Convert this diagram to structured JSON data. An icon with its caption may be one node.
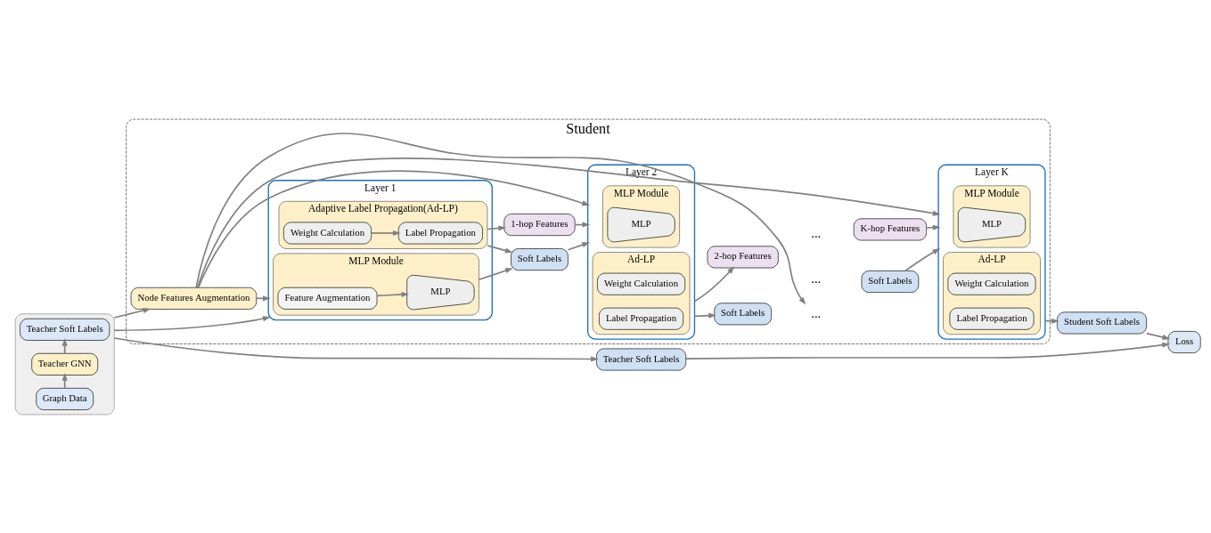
{
  "diagram": {
    "nodes": [
      {
        "text": [],
        "shape": "box"
      },
      {
        "text": [
          "Graph Data"
        ],
        "in": 0
      },
      {
        "text": [
          "Teacher GNN"
        ],
        "in": 0
      },
      {
        "text": [
          "Teacher Soft Labels"
        ],
        "in": 0
      },
      {
        "text": [
          "Student"
        ]
      },
      {
        "text": [
          "Node Features Augmentation"
        ],
        "in": 4
      },
      {
        "text": [
          "Layer 1"
        ],
        "in": 4
      },
      {
        "text": [
          "MLP Module"
        ],
        "in": 6
      },
      {
        "text": [
          "Feature Augmentation"
        ],
        "in": 7
      },
      {
        "text": [
          "MLP"
        ],
        "in": 7
      },
      {
        "text": [
          "Adaptive Label Propagation(Ad-LP)"
        ],
        "in": 6
      },
      {
        "text": [
          "Weight Calculation"
        ],
        "in": 10
      },
      {
        "text": [
          "Label Propagation"
        ],
        "in": 10
      },
      {
        "text": [
          "Soft Labels"
        ],
        "in": 4
      },
      {
        "text": [
          "1-hop Features"
        ],
        "in": 4
      },
      {
        "text": [
          "Layer 2"
        ],
        "in": 4
      },
      {
        "text": [
          "MLP Module"
        ],
        "in": 15
      },
      {
        "text": [
          "MLP"
        ],
        "in": 16
      },
      {
        "text": [
          "Ad-LP"
        ],
        "in": 15
      },
      {
        "text": [
          "Weight Calculation"
        ],
        "in": 18
      },
      {
        "text": [
          "Label Propagation"
        ],
        "in": 18
      },
      {
        "text": [
          "Soft Labels"
        ],
        "in": 4
      },
      {
        "text": [
          "Soft Labels"
        ],
        "in": 4
      },
      {
        "text": [
          "2-hop Features"
        ],
        "in": 4
      },
      {
        "text": [
          "K-hop Features"
        ],
        "in": 4
      },
      {
        "text": [
          "Layer K"
        ],
        "in": 4
      },
      {
        "text": [
          "MLP Module"
        ],
        "in": 25
      },
      {
        "text": [
          "MLP"
        ],
        "in": 26
      },
      {
        "text": [
          "Ad-LP"
        ],
        "in": 25
      },
      {
        "text": [
          "Weight Calculation"
        ],
        "in": 28
      },
      {
        "text": [
          "Label Propagation"
        ],
        "in": 28
      },
      {
        "text": [
          "Student Soft Labels"
        ]
      },
      {
        "text": [
          "Loss"
        ]
      },
      {
        "text": [
          "Teacher Soft Labels"
        ]
      },
      {
        "text": [
          "..."
        ],
        "in": 4
      }
    ],
    "edges": [
      {
        "from": 1,
        "to": 2,
        "arrow": "to"
      },
      {
        "from": 2,
        "to": 3,
        "arrow": "to"
      },
      {
        "from": 0,
        "to": 5,
        "arrow": "to"
      },
      {
        "from": 0,
        "to": 6,
        "arrow": "to"
      },
      {
        "from": 0,
        "to": 33,
        "arrow": "to"
      },
      {
        "from": 5,
        "to": 6,
        "arrow": "to"
      },
      {
        "from": 5,
        "to": 15,
        "arrow": "to"
      },
      {
        "from": 5,
        "to": 34,
        "arrow": "to"
      },
      {
        "from": 5,
        "to": 25,
        "arrow": "to"
      },
      {
        "from": 8,
        "to": 9,
        "arrow": "to"
      },
      {
        "from": 11,
        "to": 12,
        "arrow": "to"
      },
      {
        "from": 7,
        "to": 13,
        "arrow": "to"
      },
      {
        "from": 10,
        "to": 13,
        "arrow": "to"
      },
      {
        "from": 10,
        "to": 14,
        "arrow": "to"
      },
      {
        "from": 13,
        "to": 15,
        "arrow": "to"
      },
      {
        "from": 14,
        "to": 15,
        "arrow": "to"
      },
      {
        "from": 15,
        "to": 21,
        "arrow": "to"
      },
      {
        "from": 15,
        "to": 23,
        "arrow": "to"
      },
      {
        "from": 22,
        "to": 25,
        "arrow": "to"
      },
      {
        "from": 24,
        "to": 25,
        "arrow": "to"
      },
      {
        "from": 25,
        "to": 31,
        "arrow": "to"
      },
      {
        "from": 31,
        "to": 32,
        "arrow": "to"
      },
      {
        "from": 33,
        "to": 32,
        "arrow": "to"
      }
    ],
    "labels": [
      "...",
      "..."
    ]
  }
}
